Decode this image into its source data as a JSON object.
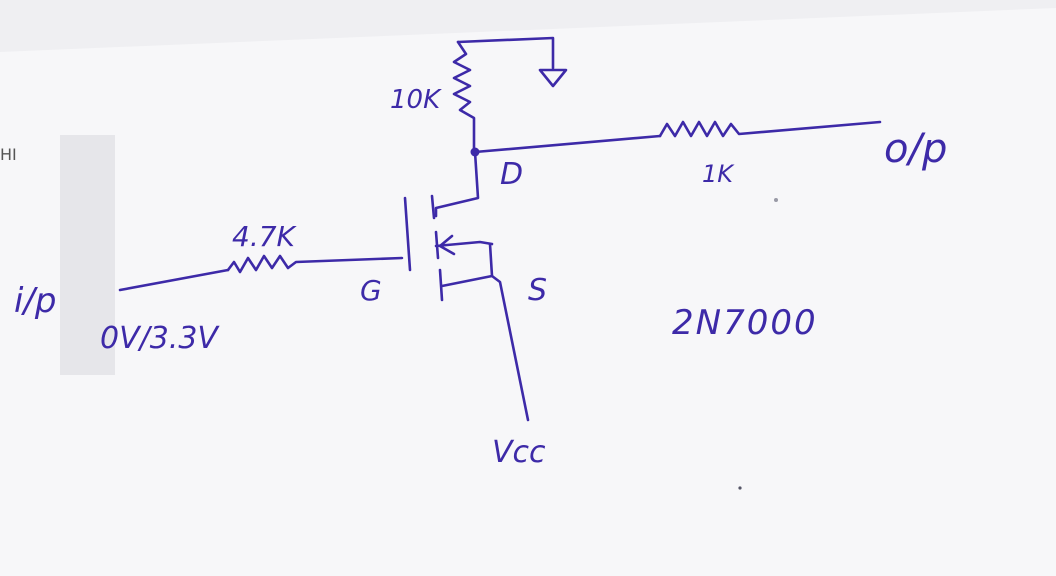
{
  "colors": {
    "ink": "#3d2aa8",
    "paper": "#f7f7f9",
    "background": "#efeff2",
    "edge_mark": "#555555"
  },
  "labels": {
    "r_drain": "10K",
    "r_gate": "4.7K",
    "r_out": "1K",
    "drain": "D",
    "gate": "G",
    "source": "S",
    "output": "o/p",
    "input": "i/p",
    "input_levels": "0V/3.3V",
    "supply": "Vcc",
    "part": "2N7000",
    "edge_text": "HI"
  },
  "icons": {
    "ground": "ground-icon",
    "junction": "junction-dot-icon"
  }
}
